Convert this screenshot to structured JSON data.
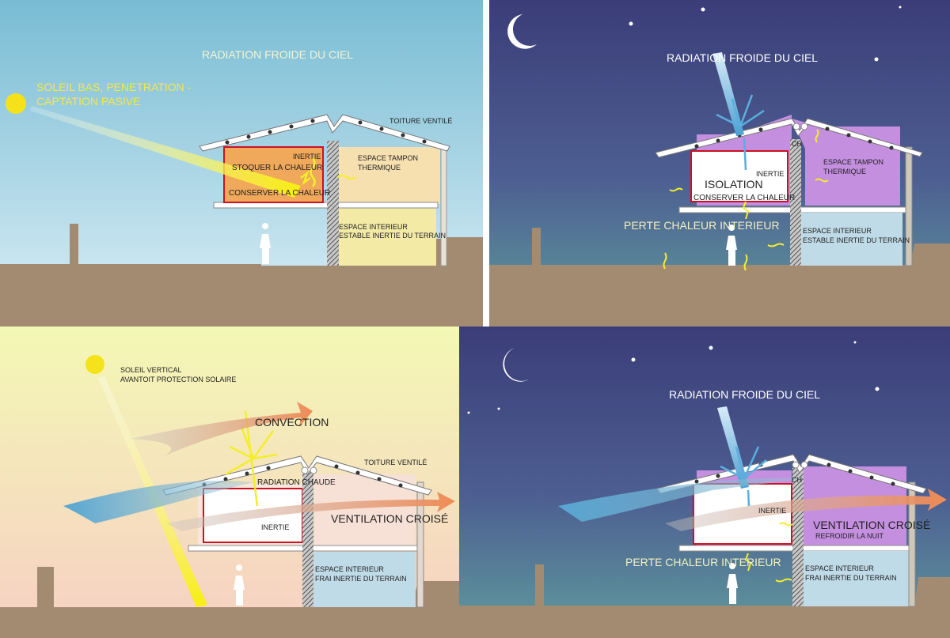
{
  "panels": {
    "day_winter": {
      "sky": "RADIATION FROIDE DU CIEL",
      "sun_line1": "SOLEIL BAS, PENETRATION -",
      "sun_line2": "CAPTATION PASIVE",
      "roof": "TOITURE VENTILÉ",
      "inertie": "INERTIE",
      "stoquer": "STOQUER LA CHALEUR",
      "conserver": "CONSERVER LA CHALEUR",
      "tampon1": "ESPACE TAMPON",
      "tampon2": "THERMIQUE",
      "interior1": "ESPACE INTERIEUR",
      "interior2": "ESTABLE INERTIE DU TERRAIN"
    },
    "night_winter": {
      "sky": "RADIATION FROIDE DU CIEL",
      "ch": "CH",
      "isolation": "ISOLATION",
      "inertie": "INERTIE",
      "conserver": "CONSERVER LA CHALEUR",
      "tampon1": "ESPACE TAMPON",
      "tampon2": "THERMIQUE",
      "perte": "PERTE CHALEUR INTERIEUR",
      "interior1": "ESPACE INTERIEUR",
      "interior2": "ESTABLE INERTIE DU TERRAIN"
    },
    "day_summer": {
      "sun_line1": "SOLEIL VERTICAL",
      "sun_line2": "AVANTOIT PROTECTION SOLAIRE",
      "convection": "CONVECTION",
      "roof": "TOITURE VENTILÉ",
      "radiation": "RADIATION CHAUDE",
      "inertie": "INERTIE",
      "ventilation": "VENTILATION CROISÉ",
      "interior1": "ESPACE INTERIEUR",
      "interior2": "FRAI INERTIE DU TERRAIN"
    },
    "night_summer": {
      "sky": "RADIATION FROIDE DU CIEL",
      "ch": "CH",
      "inertie": "INERTIE",
      "ventilation": "VENTILATION CROISÉ",
      "refroidir": "REFROIDIR LA NUIT",
      "perte": "PERTE CHALEUR INTERIEUR",
      "interior1": "ESPACE INTERIEUR",
      "interior2": "FRAI INERTIE DU TERRAIN"
    }
  },
  "colors": {
    "ground": "#a38b72",
    "night_sky_top": "#3d3f78",
    "night_sky_bottom": "#5a8f98",
    "day_sky_top": "#7dbfd6",
    "day_sky_bottom": "#d8ecf4",
    "summer_sky_top": "#f3f7b8",
    "summer_sky_bottom": "#f6d3c4",
    "purple": "#c48fe0",
    "warm": "#f2a86a",
    "cool": "#62a9d1",
    "sun": "#f6e21a"
  }
}
